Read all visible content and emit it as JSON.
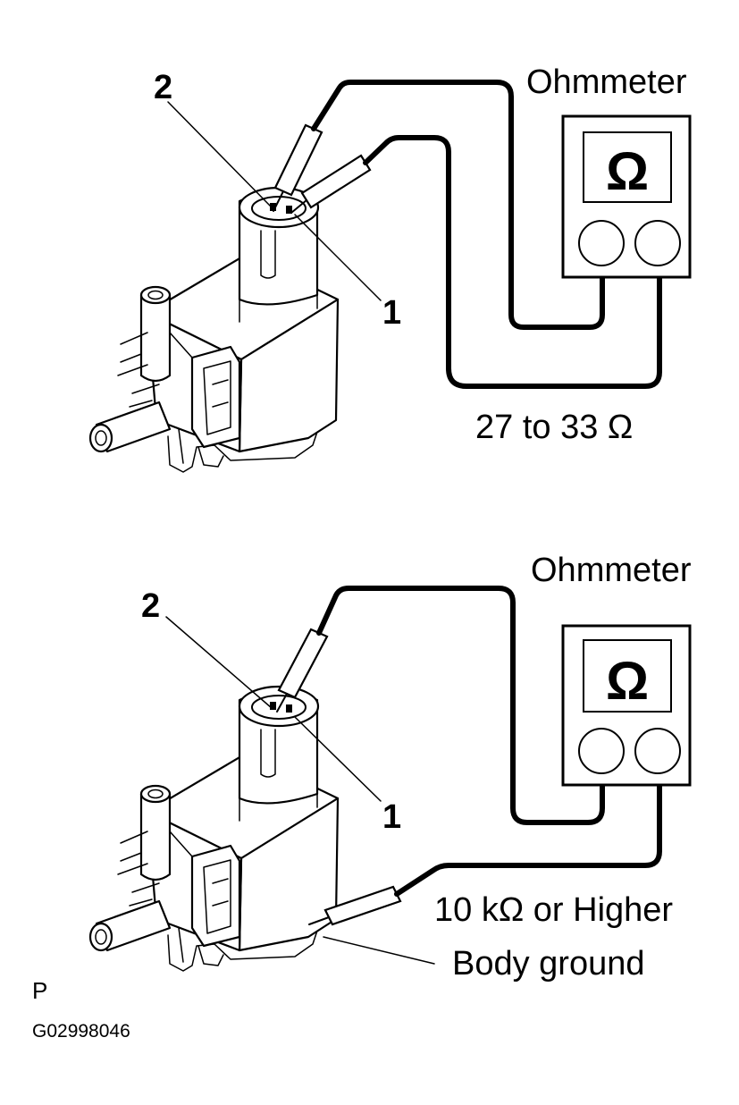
{
  "top_panel": {
    "meter_title": "Ohmmeter",
    "terminal_1": "1",
    "terminal_2": "2",
    "omega_symbol": "Ω",
    "reading": "27 to 33 Ω"
  },
  "bottom_panel": {
    "meter_title": "Ohmmeter",
    "terminal_1": "1",
    "terminal_2": "2",
    "omega_symbol": "Ω",
    "reading": "10 kΩ or Higher",
    "ground_label": "Body ground"
  },
  "footer": {
    "code": "P",
    "figure_id": "G02998046"
  }
}
